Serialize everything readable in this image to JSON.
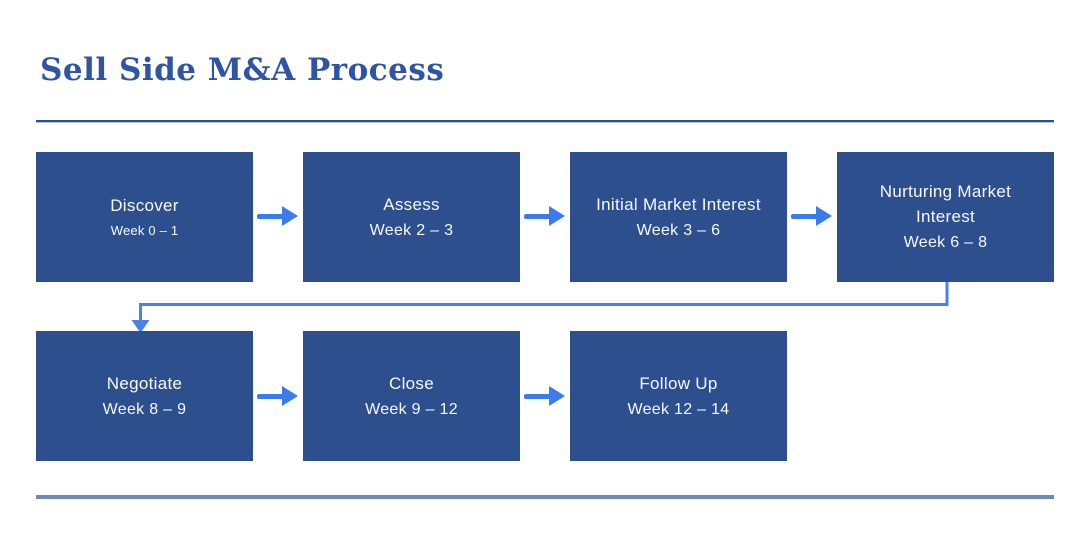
{
  "title": "Sell Side M&A Process",
  "steps": [
    {
      "label": "Discover",
      "weeks": "Week 0 – 1"
    },
    {
      "label": "Assess",
      "weeks": "Week 2 – 3"
    },
    {
      "label": "Initial Market Interest",
      "weeks": "Week 3 – 6"
    },
    {
      "label": "Nurturing Market Interest",
      "weeks": "Week 6 – 8"
    },
    {
      "label": "Negotiate",
      "weeks": "Week 8 – 9"
    },
    {
      "label": "Close",
      "weeks": "Week 9 – 12"
    },
    {
      "label": "Follow Up",
      "weeks": "Week 12 – 14"
    }
  ],
  "colors": {
    "box": "#2d4f8e",
    "arrow": "#3b7bea",
    "connector": "#4a81ec",
    "title": "#2f54a3",
    "rule_top": "#2e4f93",
    "rule_bottom": "#7089b9",
    "box_text": "#f6f8fb"
  }
}
